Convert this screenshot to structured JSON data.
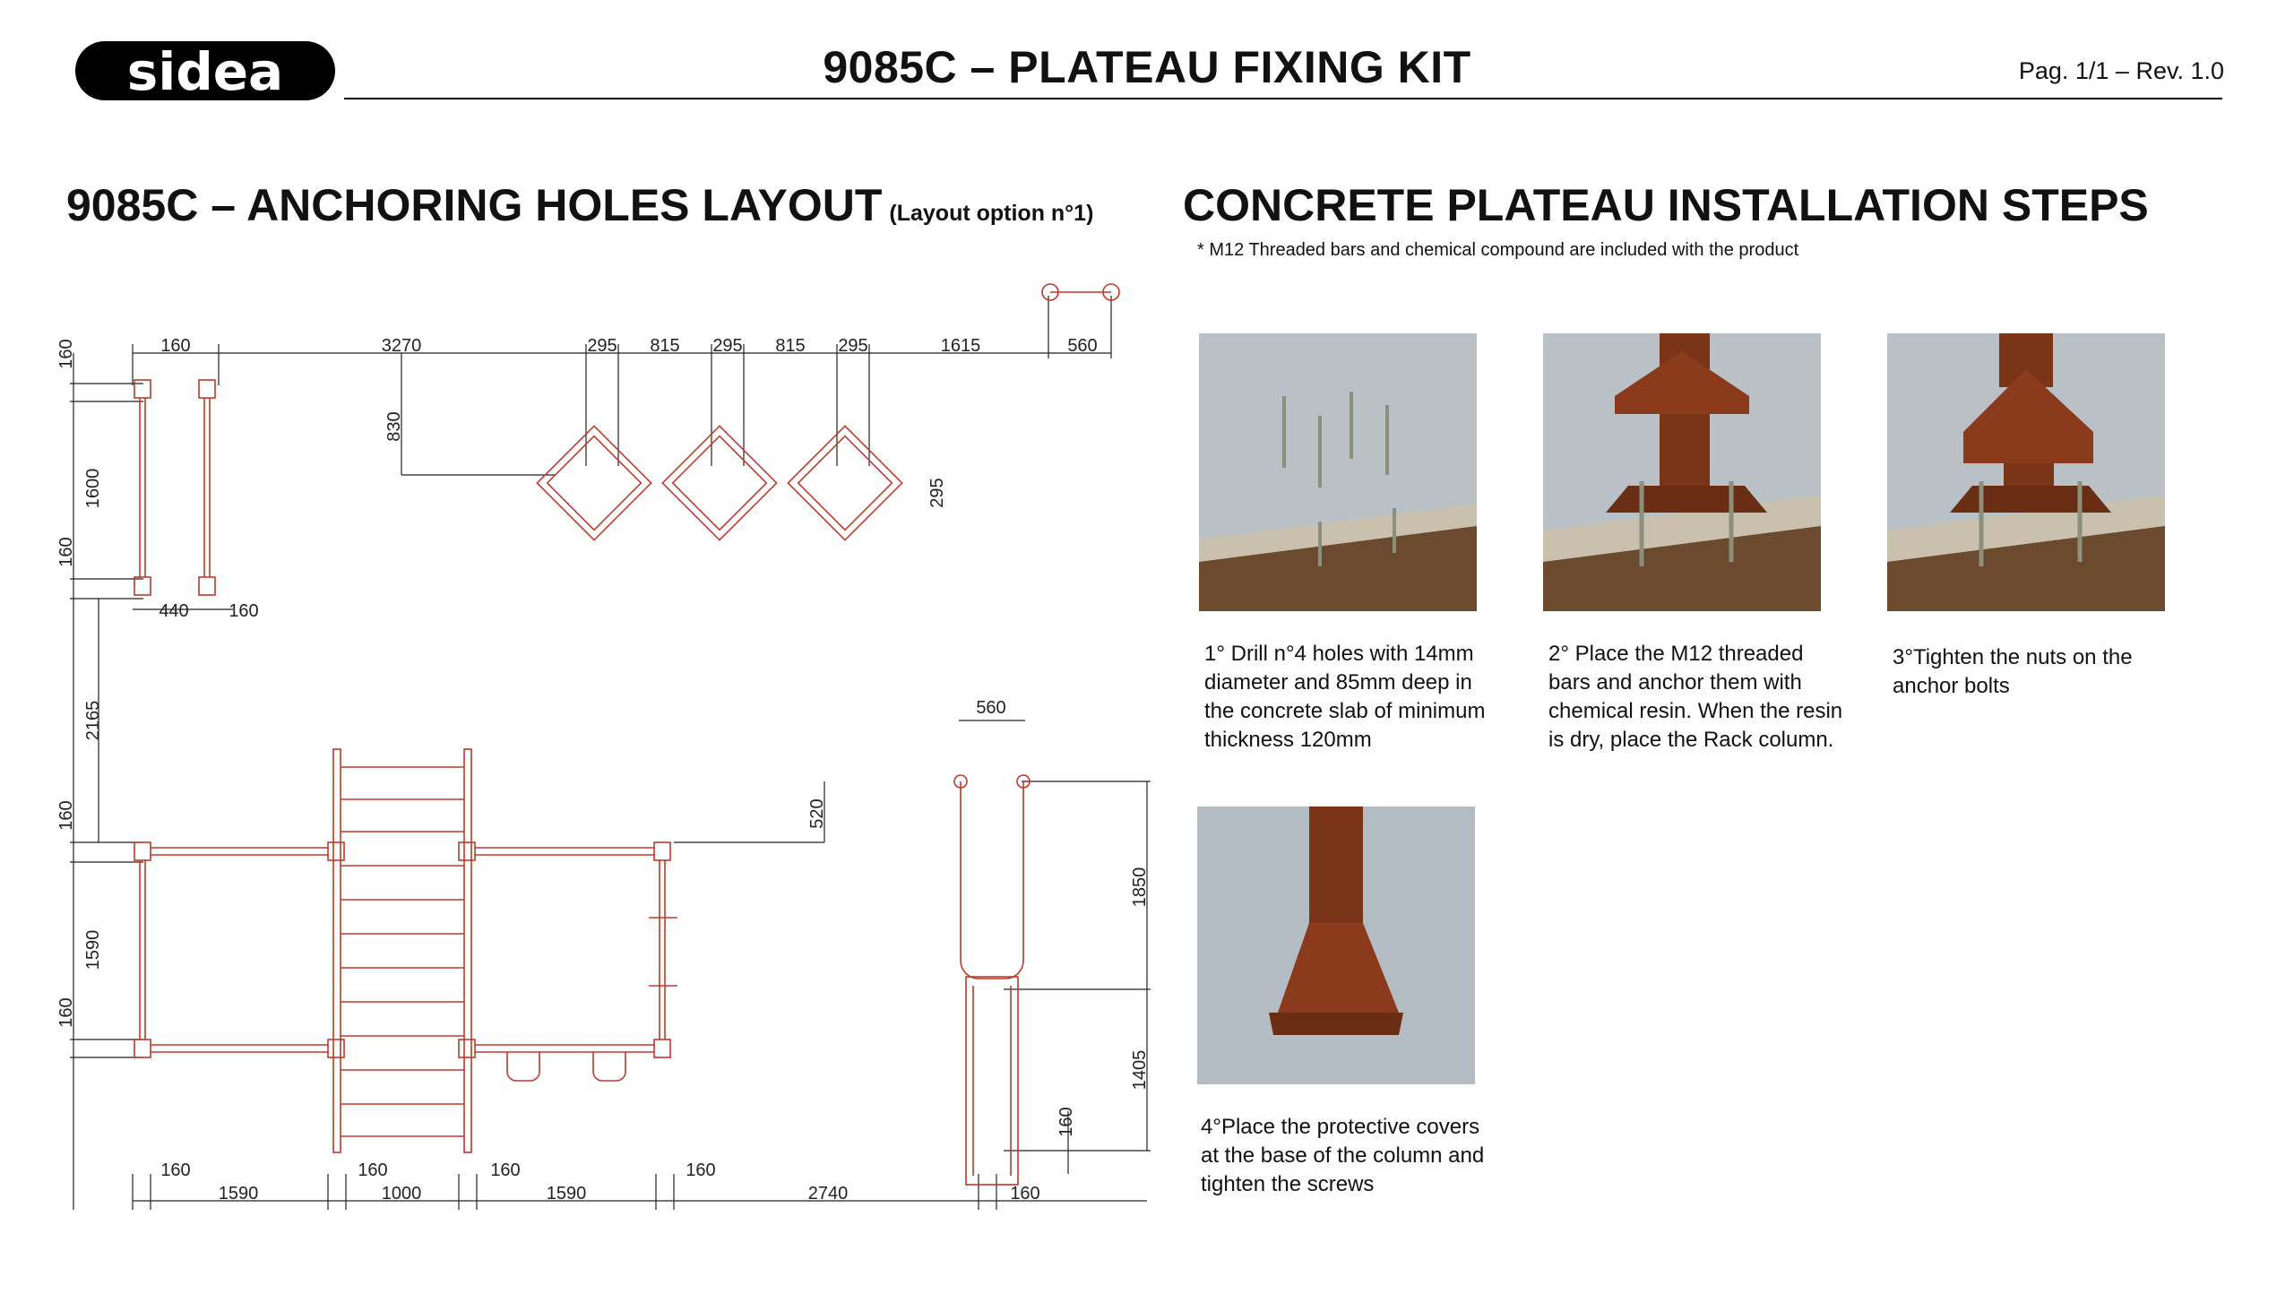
{
  "header": {
    "brand": "sidea",
    "title": "9085C – PLATEAU FIXING KIT",
    "page_rev": "Pag. 1/1 – Rev. 1.0"
  },
  "left": {
    "title": "9085C – ANCHORING HOLES LAYOUT",
    "subtitle": "(Layout option n°1)",
    "dimensions": {
      "top_row": [
        "160",
        "3270",
        "295",
        "815",
        "295",
        "815",
        "295",
        "1615",
        "560"
      ],
      "vertical_left": [
        "160",
        "1600",
        "160",
        "2165",
        "160",
        "1590",
        "160"
      ],
      "mid": [
        "830",
        "295",
        "440",
        "160"
      ],
      "bottom_row": [
        "160",
        "1590",
        "160",
        "1000",
        "160",
        "1590",
        "160",
        "2740",
        "160"
      ],
      "right": [
        "560",
        "520",
        "1850",
        "1405",
        "160"
      ]
    }
  },
  "right": {
    "title": "CONCRETE PLATEAU INSTALLATION STEPS",
    "note": "* M12 Threaded bars and chemical compound are included with the product",
    "steps": [
      {
        "text": "1° Drill n°4 holes with 14mm diameter and 85mm deep in the concrete slab of minimum thickness 120mm"
      },
      {
        "text": "2° Place the M12 threaded bars and anchor them with chemical resin. When the resin is dry, place the Rack column."
      },
      {
        "text": "3°Tighten the nuts on the anchor bolts"
      },
      {
        "text": "4°Place the protective covers at the base of the column and tighten the screws"
      }
    ]
  },
  "colors": {
    "drawing": "#c0392b",
    "dimension": "#222222",
    "concrete": "#b9c1c6",
    "rust": "#8b3a1c"
  }
}
